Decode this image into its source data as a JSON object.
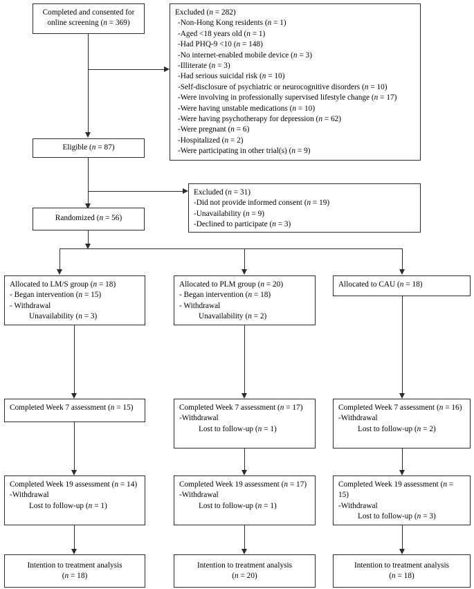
{
  "diagram": {
    "title": "CONSORT participant flow diagram",
    "line_color": "#2b2b2b",
    "background": "#ffffff"
  },
  "nodes": {
    "screened": {
      "lines": [
        "Completed and consented for",
        "online screening (n = 369)"
      ]
    },
    "excluded_screening": {
      "header": "Excluded (n = 282)",
      "items": [
        "-Non-Hong Kong residents (n = 1)",
        "-Aged <18 years old (n = 1)",
        "-Had PHQ-9 <10 (n = 148)",
        "-No internet-enabled mobile device (n = 3)",
        "-Illiterate (n = 3)",
        "-Had serious suicidal risk (n = 10)",
        "-Self-disclosure of psychiatric or neurocognitive disorders (n = 10)",
        "-Were involving in professionally supervised lifestyle change (n = 17)",
        "-Were having unstable medications (n = 10)",
        "-Were having psychotherapy for depression (n = 62)",
        "-Were pregnant (n = 6)",
        "-Hospitalized (n = 2)",
        "-Were participating in other trial(s) (n = 9)"
      ]
    },
    "eligible": {
      "lines": [
        "Eligible (n = 87)"
      ]
    },
    "excluded_randomization": {
      "header": "Excluded (n = 31)",
      "items": [
        "-Did not provide informed consent (n = 19)",
        "-Unavailability (n = 9)",
        "-Declined to participate (n = 3)"
      ]
    },
    "randomized": {
      "lines": [
        "Randomized (n = 56)"
      ]
    },
    "alloc_lms": {
      "lines": [
        "Allocated to LM/S group (n = 18)",
        "- Began intervention (n = 15)",
        "- Withdrawal",
        "Unavailability (n = 3)"
      ]
    },
    "alloc_plm": {
      "lines": [
        "Allocated to PLM group (n = 20)",
        "- Began intervention (n = 18)",
        "- Withdrawal",
        "Unavailability (n = 2)"
      ]
    },
    "alloc_cau": {
      "lines": [
        "Allocated to CAU (n = 18)"
      ]
    },
    "week7_lms": {
      "lines": [
        "Completed Week 7 assessment (n = 15)"
      ]
    },
    "week7_plm": {
      "lines": [
        "Completed Week 7 assessment (n = 17)",
        "-Withdrawal",
        "Lost to follow-up (n = 1)"
      ]
    },
    "week7_cau": {
      "lines": [
        "Completed Week 7 assessment (n = 16)",
        "-Withdrawal",
        "Lost to follow-up (n = 2)"
      ]
    },
    "week19_lms": {
      "lines": [
        "Completed Week 19 assessment (n = 14)",
        "-Withdrawal",
        "Lost to follow-up (n = 1)"
      ]
    },
    "week19_plm": {
      "lines": [
        "Completed Week 19 assessment (n = 17)",
        "-Withdrawal",
        "Lost to follow-up (n = 1)"
      ]
    },
    "week19_cau": {
      "lines": [
        "Completed Week 19 assessment (n = 15)",
        "-Withdrawal",
        "Lost to follow-up (n = 3)"
      ]
    },
    "itt_lms": {
      "lines": [
        "Intention to treatment analysis",
        "(n = 18)"
      ]
    },
    "itt_plm": {
      "lines": [
        "Intention to treatment analysis",
        "(n = 20)"
      ]
    },
    "itt_cau": {
      "lines": [
        "Intention to treatment analysis",
        "(n = 18)"
      ]
    }
  },
  "chart_data": {
    "type": "diagram",
    "title": "CONSORT flow of participants",
    "stages": [
      {
        "stage": "Completed and consented for online screening",
        "n": 369
      },
      {
        "stage": "Excluded at screening",
        "n": 282
      },
      {
        "stage": "Eligible",
        "n": 87
      },
      {
        "stage": "Excluded before randomization",
        "n": 31
      },
      {
        "stage": "Randomized",
        "n": 56
      }
    ],
    "exclusions_screening": [
      {
        "reason": "Non-Hong Kong residents",
        "n": 1
      },
      {
        "reason": "Aged <18 years old",
        "n": 1
      },
      {
        "reason": "Had PHQ-9 <10",
        "n": 148
      },
      {
        "reason": "No internet-enabled mobile device",
        "n": 3
      },
      {
        "reason": "Illiterate",
        "n": 3
      },
      {
        "reason": "Had serious suicidal risk",
        "n": 10
      },
      {
        "reason": "Self-disclosure of psychiatric or neurocognitive disorders",
        "n": 10
      },
      {
        "reason": "Were involving in professionally supervised lifestyle change",
        "n": 17
      },
      {
        "reason": "Were having unstable medications",
        "n": 10
      },
      {
        "reason": "Were having psychotherapy for depression",
        "n": 62
      },
      {
        "reason": "Were pregnant",
        "n": 6
      },
      {
        "reason": "Hospitalized",
        "n": 2
      },
      {
        "reason": "Were participating in other trial(s)",
        "n": 9
      }
    ],
    "exclusions_randomization": [
      {
        "reason": "Did not provide informed consent",
        "n": 19
      },
      {
        "reason": "Unavailability",
        "n": 9
      },
      {
        "reason": "Declined to participate",
        "n": 3
      }
    ],
    "arms": [
      {
        "name": "LM/S group",
        "allocated": 18,
        "began_intervention": 15,
        "withdrawal_unavailability": 3,
        "week7_completed": 15,
        "week7_lost_to_follow_up": 0,
        "week19_completed": 14,
        "week19_lost_to_follow_up": 1,
        "itt": 18
      },
      {
        "name": "PLM group",
        "allocated": 20,
        "began_intervention": 18,
        "withdrawal_unavailability": 2,
        "week7_completed": 17,
        "week7_lost_to_follow_up": 1,
        "week19_completed": 17,
        "week19_lost_to_follow_up": 1,
        "itt": 20
      },
      {
        "name": "CAU",
        "allocated": 18,
        "began_intervention": null,
        "withdrawal_unavailability": null,
        "week7_completed": 16,
        "week7_lost_to_follow_up": 2,
        "week19_completed": 15,
        "week19_lost_to_follow_up": 3,
        "itt": 18
      }
    ]
  }
}
